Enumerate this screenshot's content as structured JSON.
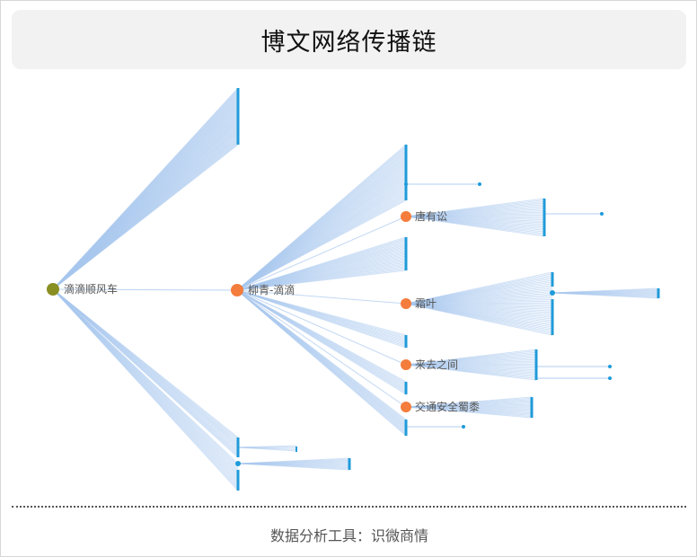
{
  "title": "博文网络传播链",
  "footer": "数据分析工具：识微商情",
  "colors": {
    "root": "#8a8f22",
    "key": "#f47c3c",
    "leaf": "#1f9bd9",
    "edge": "#a9c8ee"
  },
  "nodes": {
    "root": "滴滴顺风车",
    "hub": "柳青-滴滴",
    "n1": "唐有讼",
    "n2": "霜叶",
    "n3": "来去之间",
    "n4": "交通安全蜀黍"
  }
}
